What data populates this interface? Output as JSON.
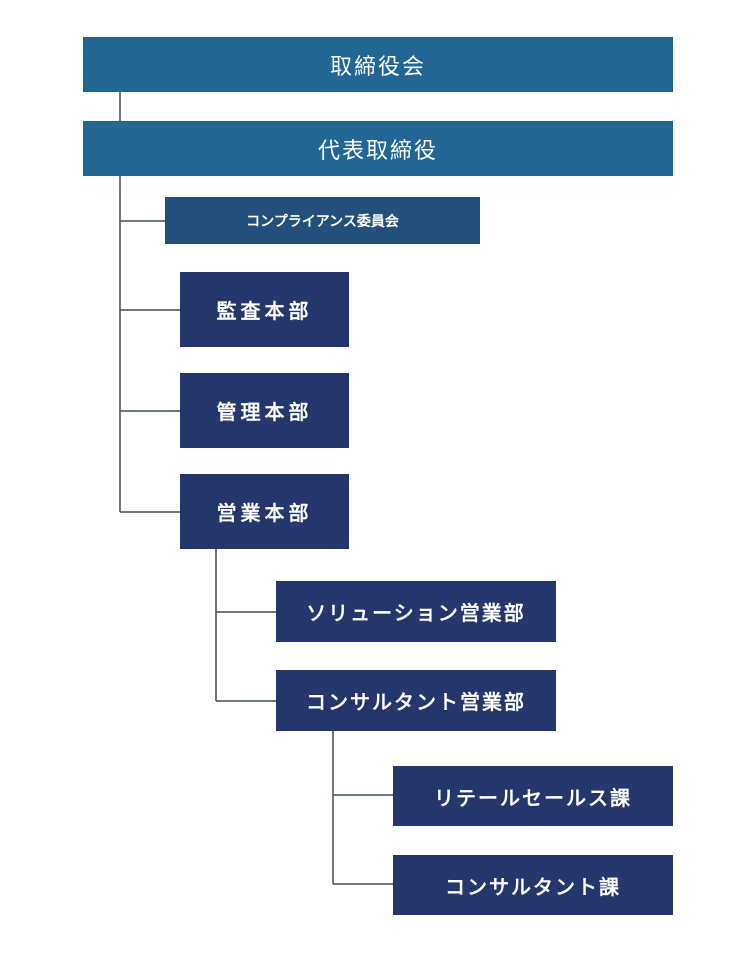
{
  "org_chart": {
    "board": "取締役会",
    "ceo": "代表取締役",
    "compliance": "コンプライアンス委員会",
    "audit": "監査本部",
    "admin": "管理本部",
    "sales_hq": "営業本部",
    "solution_sales": "ソリューション営業部",
    "consulting_sales": "コンサルタント営業部",
    "retail_sales": "リテールセールス課",
    "consultant_section": "コンサルタント課"
  },
  "colors": {
    "top_box": "#216694",
    "compliance_box": "#234f7c",
    "dept_box": "#24366c",
    "connector": "#3d4f56",
    "text": "#ffffff"
  }
}
